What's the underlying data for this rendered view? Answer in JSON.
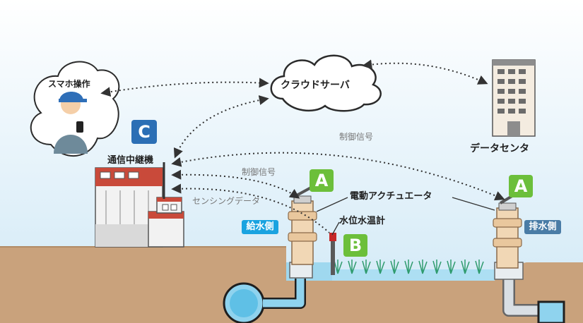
{
  "labels": {
    "smartphone": "スマホ操作",
    "cloud": "クラウドサーバ",
    "datacenter": "データセンタ",
    "relay": "通信中継機",
    "control_signal_upper": "制御信号",
    "control_signal_lower": "制御信号",
    "sensing_data": "センシングデータ",
    "actuator": "電動アクチュエータ",
    "level_temp_meter": "水位水温計",
    "inlet_side": "給水側",
    "outlet_side": "排水側"
  },
  "badges": {
    "relay": "C",
    "inlet_actuator": "A",
    "outlet_actuator": "A",
    "meter": "B"
  },
  "colors": {
    "sky_top": "#ffffff",
    "sky_bottom": "#cfe8f6",
    "ground": "#c9a27c",
    "water": "#8fd3ee",
    "pipe": "#c7d0d8",
    "badge_green": "#6cbf3a",
    "badge_blue": "#2c6fb5",
    "tag_inlet": "#1aa3e0",
    "tag_outlet": "#4a7ca6",
    "arrow": "#333333"
  }
}
